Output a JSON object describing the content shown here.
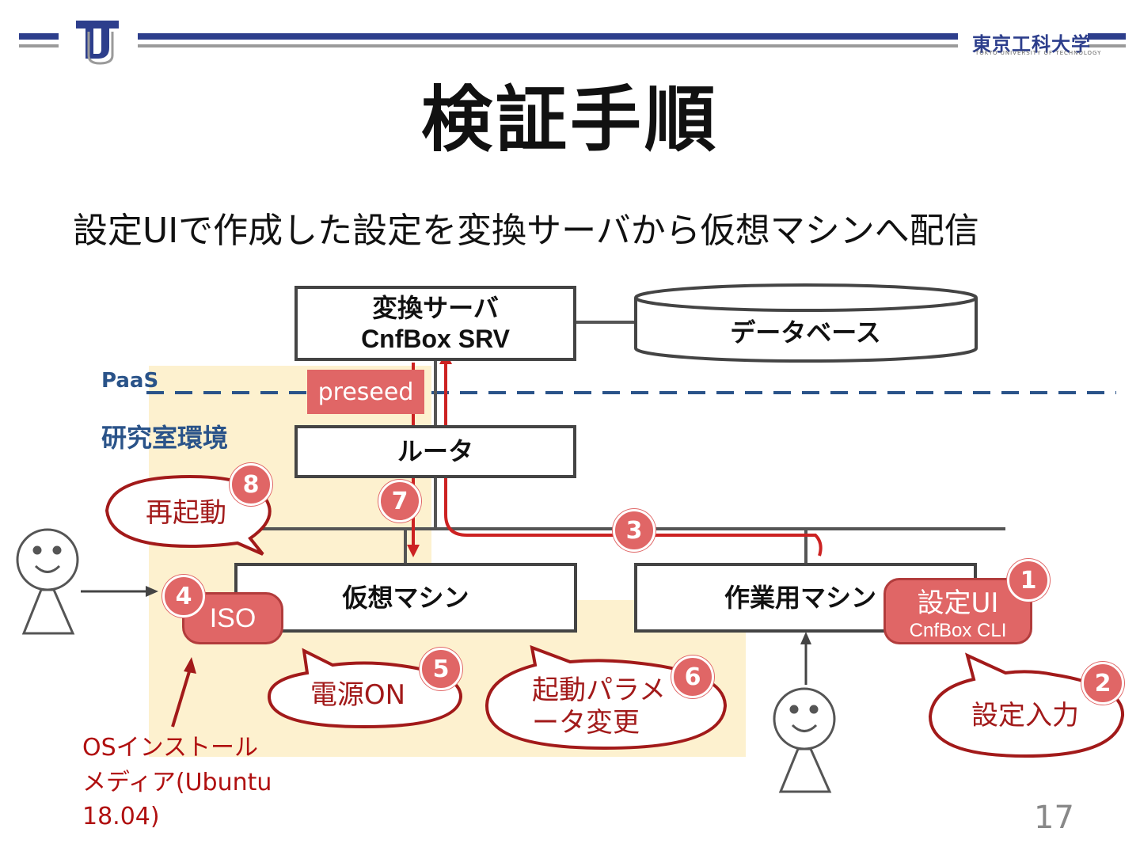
{
  "header": {
    "university_name": "東京工科大学",
    "university_subtitle": "TOKYO UNIVERSITY OF TECHNOLOGY"
  },
  "slide": {
    "title": "検証手順",
    "subtitle": "設定UIで作成した設定を変換サーバから仮想マシンへ配信",
    "page_number": "17"
  },
  "diagram": {
    "conversion_server": {
      "line1": "変換サーバ",
      "line2": "CnfBox SRV"
    },
    "database": "データベース",
    "router": "ルータ",
    "virtual_machine": "仮想マシン",
    "work_machine": "作業用マシン",
    "zone_paas": "PaaS",
    "zone_lab": "研究室環境",
    "preseed": "preseed",
    "iso": "ISO",
    "settings_ui": {
      "line1": "設定UI",
      "line2": "CnfBox CLI"
    },
    "os_media_label": "OSインストール\nメディア(Ubuntu\n18.04)",
    "bubbles": {
      "reboot": "再起動",
      "power_on": "電源ON",
      "boot_param": "起動パラメ\nータ変更",
      "settings_input": "設定入力"
    },
    "steps": [
      "1",
      "2",
      "3",
      "4",
      "5",
      "6",
      "7",
      "8"
    ]
  },
  "colors": {
    "accent_red": "#e06666",
    "dark_red": "#a21a1a",
    "lab_zone": "#fdf1cf",
    "navy": "#2d3e8c",
    "paas_text": "#2a5389"
  }
}
